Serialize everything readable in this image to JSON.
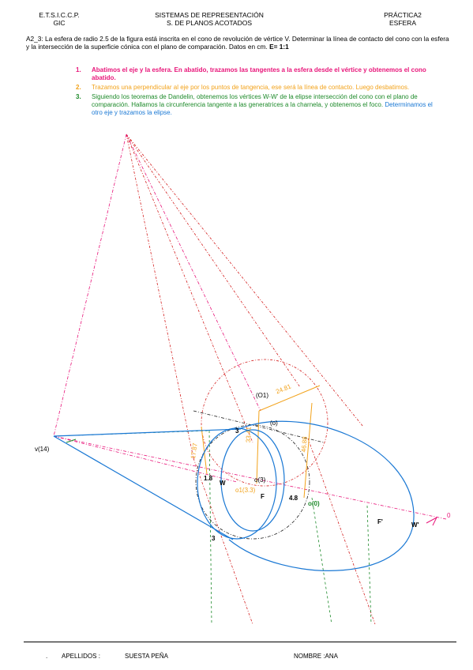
{
  "header": {
    "left_line1": "E.T.S.I.C.C.P.",
    "left_line2": "GIC",
    "center_line1": "SISTEMAS DE REPRESENTACIÓN",
    "center_line2": "S. DE PLANOS ACOTADOS",
    "right_line1": "PRÁCTICA2",
    "right_line2": "ESFERA"
  },
  "statement": {
    "text": "A2_3: La esfera de radio 2.5 de la figura está inscrita en el cono de revolución de vértice V. Determinar la línea de contacto del cono con la esfera y la intersección de la superficie cónica con el plano de comparación. Datos en cm.",
    "scale": "E= 1:1"
  },
  "steps": [
    {
      "num": "1.",
      "text": "Abatimos el eje y la esfera.  En abatido, trazamos las tangentes a la esfera desde el vértice y obtenemos el cono abatido."
    },
    {
      "num": "2.",
      "text": "Trazamos una perpendicular al eje por los puntos de tangencia, ese será la línea de contacto. Luego desbatimos."
    },
    {
      "num": "3.",
      "text": "Siguiendo los teoremas de Dandelin, obtenemos los vértices W-W' de la elipse intersección del cono con el plano de comparación. Hallamos la circunferencia tangente a las generatrices a la charnela, y obtenemos el foco.",
      "text_extra": "Determinamos el otro eje y trazamos la elipse."
    }
  ],
  "labels": {
    "v": "v(14)",
    "o1": "(O1)",
    "o": "(o)",
    "three_top": "3",
    "three_bottom": "3",
    "d1_8": "1.8",
    "w": "W",
    "o3": "o(3)",
    "o1_33": "o1(3.3)",
    "f": "F",
    "d4_8": "4.8",
    "o0": "o(0)",
    "f_prime": "F'",
    "w_prime": "W'",
    "zero": "0",
    "dim_24_81": "24.81",
    "dim_33_41": "33.41",
    "dim_17_87": "17.87",
    "dim_46_88": "46.88"
  },
  "colors": {
    "blue": "#1a78d4",
    "magenta": "#e8167a",
    "orange": "#f2a21a",
    "green": "#1d8a2a",
    "red": "#d42020",
    "dark": "#222222"
  },
  "footer": {
    "dot": ".",
    "apellidos_label": "APELLIDOS :",
    "apellidos_value": "SUESTA PEÑA",
    "nombre": "NOMBRE :ANA"
  }
}
